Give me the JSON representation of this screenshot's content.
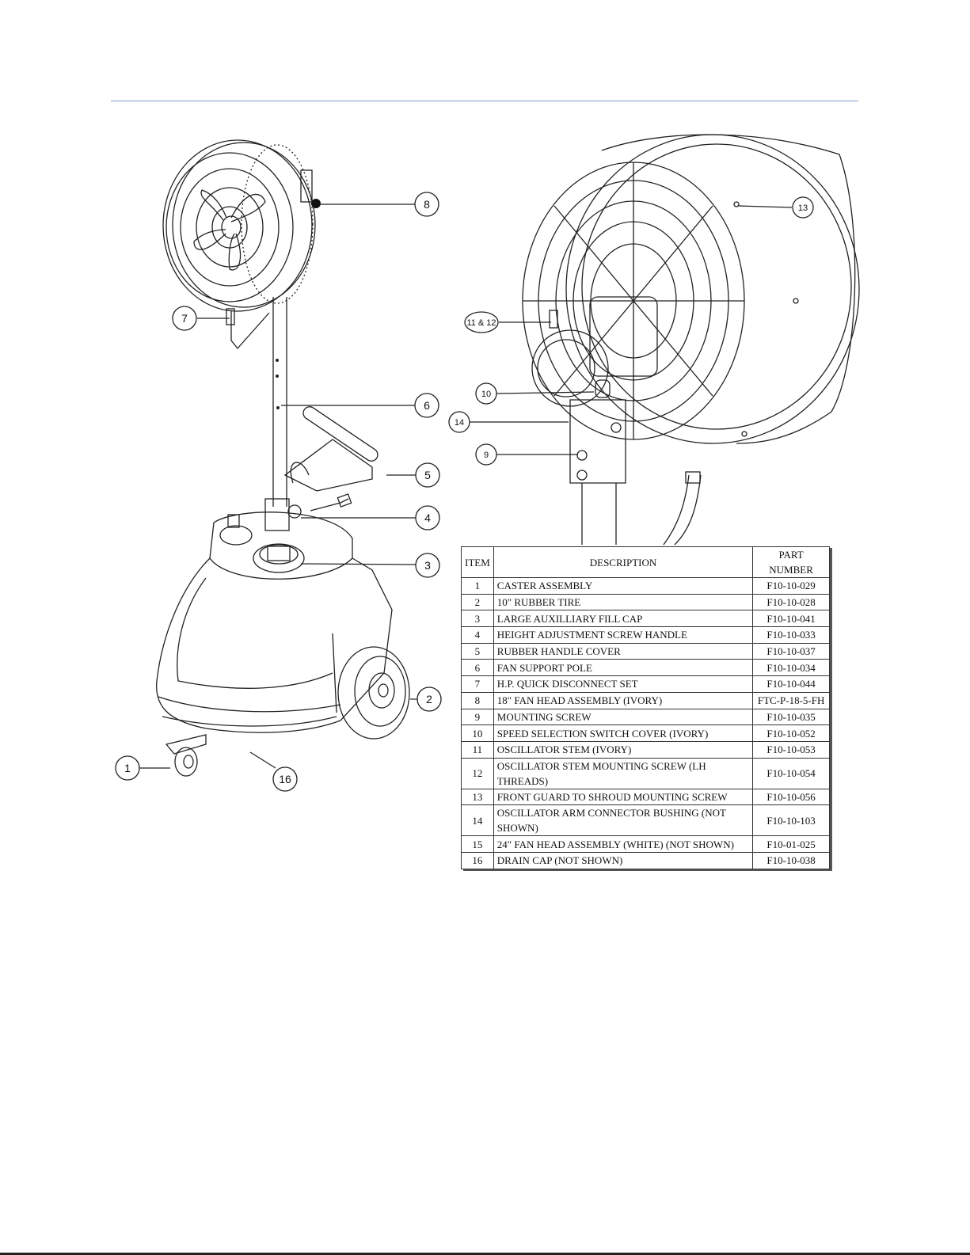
{
  "callouts": {
    "c1": "1",
    "c2": "2",
    "c3": "3",
    "c4": "4",
    "c5": "5",
    "c6": "6",
    "c7": "7",
    "c8": "8",
    "c9": "9",
    "c10": "10",
    "c11_12": "11 & 12",
    "c13": "13",
    "c14": "14",
    "c16": "16"
  },
  "table": {
    "headers": {
      "item": "ITEM",
      "description": "DESCRIPTION",
      "part_number": "PART NUMBER"
    },
    "rows": [
      {
        "item": "1",
        "description": "CASTER ASSEMBLY",
        "part_number": "F10-10-029"
      },
      {
        "item": "2",
        "description": "10\" RUBBER TIRE",
        "part_number": "F10-10-028"
      },
      {
        "item": "3",
        "description": "LARGE AUXILLIARY FILL CAP",
        "part_number": "F10-10-041"
      },
      {
        "item": "4",
        "description": "HEIGHT ADJUSTMENT SCREW HANDLE",
        "part_number": "F10-10-033"
      },
      {
        "item": "5",
        "description": "RUBBER HANDLE COVER",
        "part_number": "F10-10-037"
      },
      {
        "item": "6",
        "description": "FAN SUPPORT POLE",
        "part_number": "F10-10-034"
      },
      {
        "item": "7",
        "description": "H.P. QUICK DISCONNECT SET",
        "part_number": "F10-10-044"
      },
      {
        "item": "8",
        "description": "18\" FAN HEAD ASSEMBLY (IVORY)",
        "part_number": "FTC-P-18-5-FH"
      },
      {
        "item": "9",
        "description": "MOUNTING SCREW",
        "part_number": "F10-10-035"
      },
      {
        "item": "10",
        "description": "SPEED SELECTION SWITCH COVER (IVORY)",
        "part_number": "F10-10-052"
      },
      {
        "item": "11",
        "description": "OSCILLATOR STEM (IVORY)",
        "part_number": "F10-10-053"
      },
      {
        "item": "12",
        "description": "OSCILLATOR STEM MOUNTING SCREW (LH THREADS)",
        "part_number": "F10-10-054"
      },
      {
        "item": "13",
        "description": "FRONT GUARD TO SHROUD MOUNTING SCREW",
        "part_number": "F10-10-056"
      },
      {
        "item": "14",
        "description": "OSCILLATOR ARM CONNECTOR BUSHING (NOT SHOWN)",
        "part_number": "F10-10-103"
      },
      {
        "item": "15",
        "description": "24\" FAN HEAD ASSEMBLY (WHITE) (NOT SHOWN)",
        "part_number": "F10-01-025"
      },
      {
        "item": "16",
        "description": "DRAIN CAP (NOT SHOWN)",
        "part_number": "F10-10-038"
      }
    ]
  }
}
